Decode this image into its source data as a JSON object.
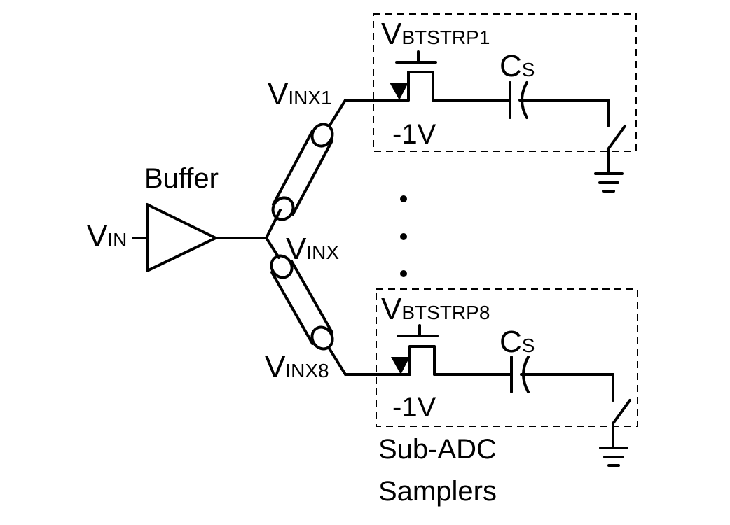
{
  "labels": {
    "vin": {
      "main": "V",
      "sub": "IN"
    },
    "buffer": "Buffer",
    "vinx": {
      "main": "V",
      "sub": "INX"
    },
    "vinx1": {
      "main": "V",
      "sub": "INX1"
    },
    "vinx8": {
      "main": "V",
      "sub": "INX8"
    },
    "vbtstrp1": {
      "main": "V",
      "sub": "BTSTRP1"
    },
    "vbtstrp8": {
      "main": "V",
      "sub": "BTSTRP8"
    },
    "cs1": {
      "main": "C",
      "sub": "S"
    },
    "cs8": {
      "main": "C",
      "sub": "S"
    },
    "neg1v_top": "-1V",
    "neg1v_bottom": "-1V",
    "sub_adc_line1": "Sub-ADC",
    "sub_adc_line2": "Samplers",
    "ellipsis": "• • •"
  },
  "colors": {
    "stroke": "#000000",
    "background": "#ffffff"
  }
}
